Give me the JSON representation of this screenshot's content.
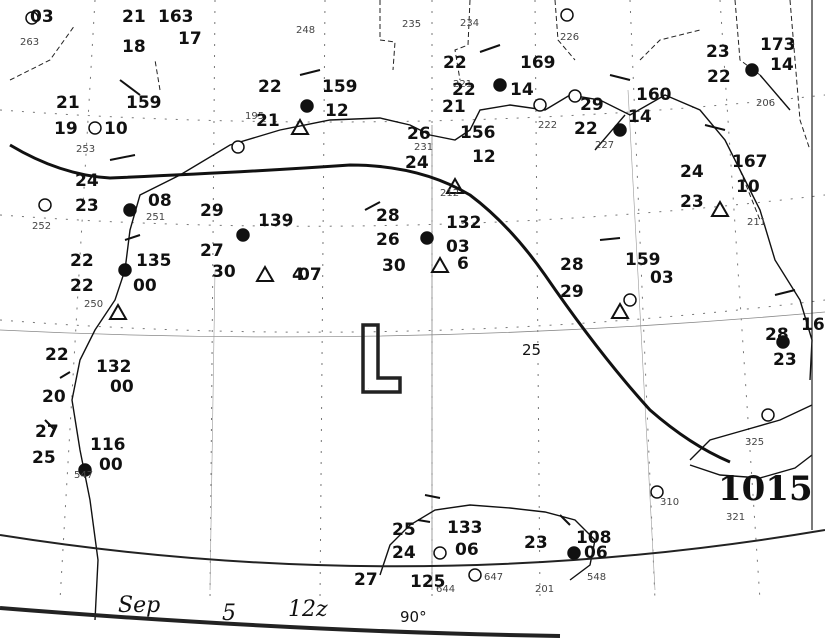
{
  "pressure_center": {
    "label": "L"
  },
  "isobar": {
    "label": "1015"
  },
  "latitude_label": "25",
  "longitude_label": "90°",
  "handwritten_caption": [
    "Sep",
    "5",
    "12z"
  ],
  "station_ids": [
    "263",
    "248",
    "235",
    "234",
    "226",
    "221",
    "222",
    "227",
    "206",
    "253",
    "195",
    "251",
    "252",
    "250",
    "211",
    "212",
    "231",
    "201",
    "547",
    "644",
    "647",
    "548",
    "310",
    "321",
    "325"
  ],
  "observations": [
    {
      "temp": "03",
      "pressure": "",
      "dew": "",
      "tendency": ""
    },
    {
      "temp": "21",
      "pressure": "163",
      "dew": "",
      "tendency": ""
    },
    {
      "temp": "18",
      "pressure": "",
      "dew": "17",
      "tendency": ""
    },
    {
      "temp": "22",
      "pressure": "159",
      "dew": "21",
      "tendency": "12"
    },
    {
      "temp": "21",
      "pressure": "159",
      "dew": "19",
      "tendency": "10"
    },
    {
      "temp": "22",
      "pressure": "169",
      "dew": "22",
      "tendency": "14"
    },
    {
      "temp": "21",
      "pressure": "156",
      "dew": "26",
      "tendency": ""
    },
    {
      "temp": "24",
      "pressure": "",
      "dew": "",
      "tendency": "12"
    },
    {
      "temp": "29",
      "pressure": "160",
      "dew": "22",
      "tendency": "14"
    },
    {
      "temp": "23",
      "pressure": "173",
      "dew": "22",
      "tendency": "14"
    },
    {
      "temp": "24",
      "pressure": "167",
      "dew": "23",
      "tendency": "10"
    },
    {
      "temp": "24",
      "pressure": "",
      "dew": "23",
      "tendency": "08"
    },
    {
      "temp": "22",
      "pressure": "135",
      "dew": "22",
      "tendency": "00"
    },
    {
      "temp": "29",
      "pressure": "139",
      "dew": "27",
      "tendency": "07"
    },
    {
      "temp": "30",
      "pressure": "",
      "dew": "",
      "tendency": "4"
    },
    {
      "temp": "28",
      "pressure": "132",
      "dew": "26",
      "tendency": "03"
    },
    {
      "temp": "30",
      "pressure": "",
      "dew": "",
      "tendency": "6"
    },
    {
      "temp": "28",
      "pressure": "159",
      "dew": "29",
      "tendency": "03"
    },
    {
      "temp": "28",
      "pressure": "16",
      "dew": "23",
      "tendency": ""
    },
    {
      "temp": "22",
      "pressure": "132",
      "dew": "20",
      "tendency": "00"
    },
    {
      "temp": "27",
      "pressure": "116",
      "dew": "25",
      "tendency": "00"
    },
    {
      "temp": "25",
      "pressure": "133",
      "dew": "24",
      "tendency": "06"
    },
    {
      "temp": "23",
      "pressure": "108",
      "dew": "",
      "tendency": "06"
    },
    {
      "temp": "27",
      "pressure": "125",
      "dew": "",
      "tendency": ""
    }
  ]
}
